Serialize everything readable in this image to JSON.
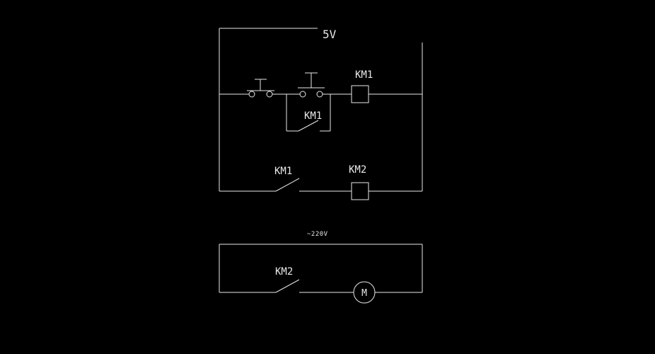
{
  "schematic": {
    "colors": {
      "background": "#000000",
      "line": "#e8e8e8",
      "text": "#e8e8e8"
    },
    "control_circuit": {
      "supply_label": "5V",
      "km1_coil_label": "KM1",
      "km1_aux_contact_label": "KM1",
      "km1_no_contact_label": "KM1",
      "km2_coil_label": "KM2"
    },
    "power_circuit": {
      "supply_label": "~220V",
      "km2_no_contact_label": "KM2",
      "motor_label": "M"
    }
  }
}
